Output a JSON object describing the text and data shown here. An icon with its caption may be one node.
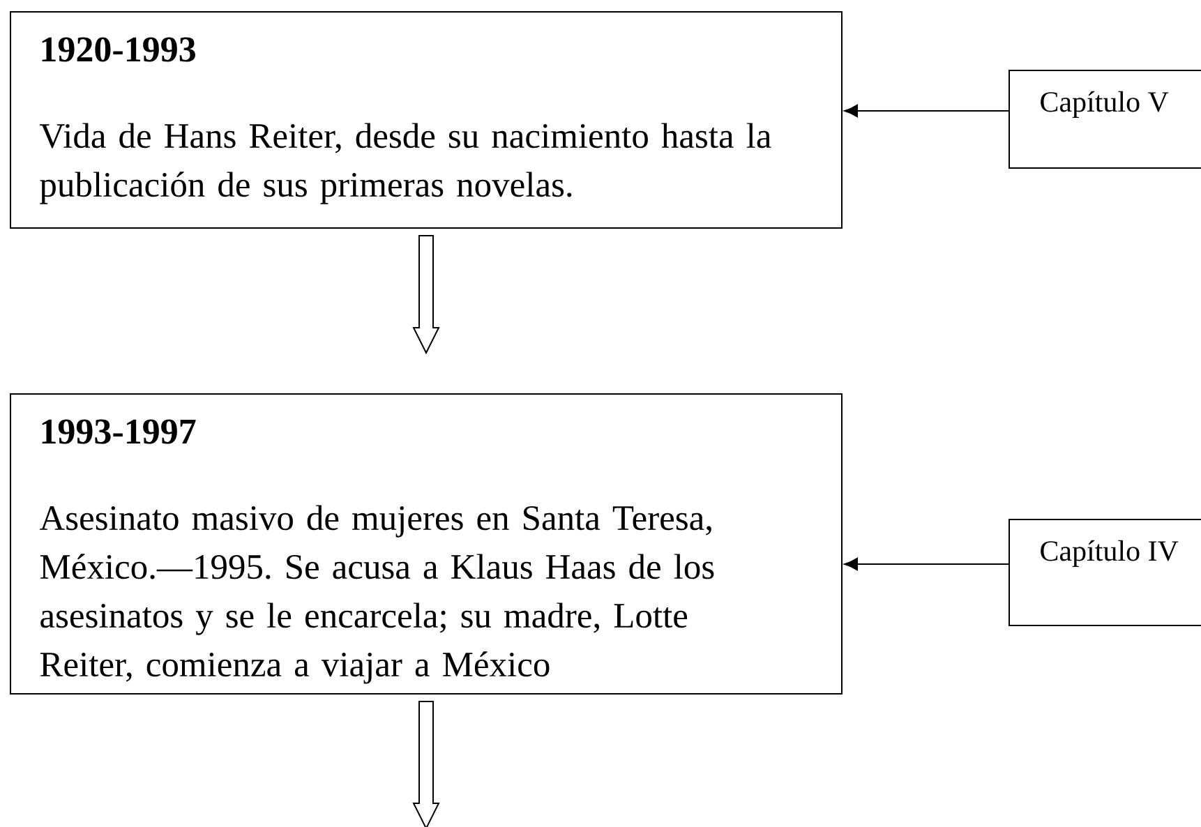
{
  "diagram": {
    "nodes": [
      {
        "text": [
          "1920-1993",
          "Vida de Hans Reiter, desde su nacimiento hasta la publicación de sus primeras novelas."
        ]
      },
      {
        "text": [
          "Capítulo V"
        ]
      },
      {
        "text": [
          "1993-1997",
          "Asesinato masivo de mujeres en Santa Teresa, México.—1995. Se acusa a Klaus Haas de los asesinatos y se le encarcela; su madre, Lotte Reiter, comienza a viajar a México"
        ]
      },
      {
        "text": [
          "Capítulo IV"
        ]
      }
    ],
    "edges": [
      {
        "from": 1,
        "to": 0,
        "arrow": "to"
      },
      {
        "from": 0,
        "to": 2,
        "arrow": "to",
        "style": "thick"
      },
      {
        "from": 3,
        "to": 2,
        "arrow": "to"
      },
      {
        "from": 2,
        "to": null,
        "arrow": "to",
        "style": "thick"
      }
    ]
  }
}
